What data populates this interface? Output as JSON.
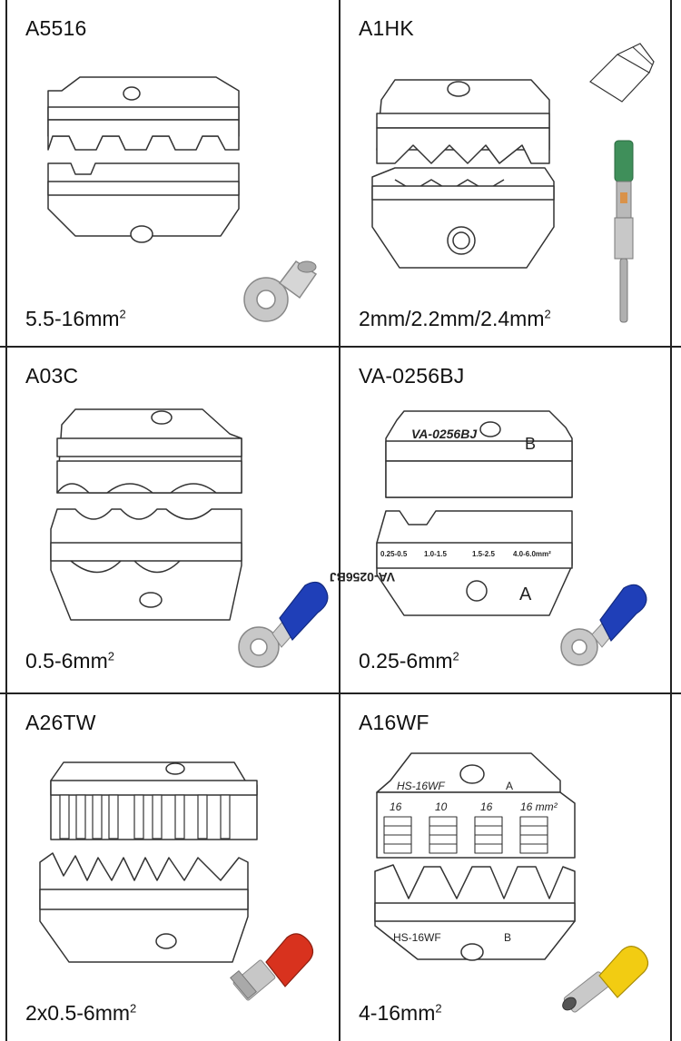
{
  "cells": [
    {
      "model": "A5516",
      "spec": "5.5-16mm",
      "sup": "2",
      "die_labels": []
    },
    {
      "model": "A1HK",
      "spec": "2mm/2.2mm/2.4mm",
      "sup": "2",
      "die_labels": []
    },
    {
      "model": "A03C",
      "spec": "0.5-6mm",
      "sup": "2",
      "die_labels": []
    },
    {
      "model": "VA-0256BJ",
      "spec": "0.25-6mm",
      "sup": "2",
      "die_labels": [
        "VA-0256BJ",
        "B",
        "0.25-0.5",
        "1.0-1.5",
        "1.5-2.5",
        "4.0-6.0mm²",
        "VA-0256BJ",
        "A"
      ]
    },
    {
      "model": "A26TW",
      "spec": "2x0.5-6mm",
      "sup": "2",
      "die_labels": []
    },
    {
      "model": "A16WF",
      "spec": "4-16mm",
      "sup": "2",
      "die_labels": [
        "HS-16WF",
        "A",
        "16",
        "10",
        "16",
        "16 mm²",
        "HS-16WF",
        "B"
      ]
    }
  ],
  "colors": {
    "line": "#222222",
    "die_fill": "#ffffff",
    "die_stroke": "#333333",
    "terminal_silver": "#c8c8c8",
    "insulation_blue": "#1f3fb8",
    "insulation_red": "#d8321e",
    "insulation_yellow": "#f2cc12",
    "pin_green": "#3f8f5a"
  },
  "icons": [
    "ring-terminal-icon",
    "square-sleeve-icon",
    "crimp-pin-icon",
    "blue-ring-terminal-icon",
    "red-twin-ferrule-icon",
    "yellow-ferrule-icon"
  ]
}
